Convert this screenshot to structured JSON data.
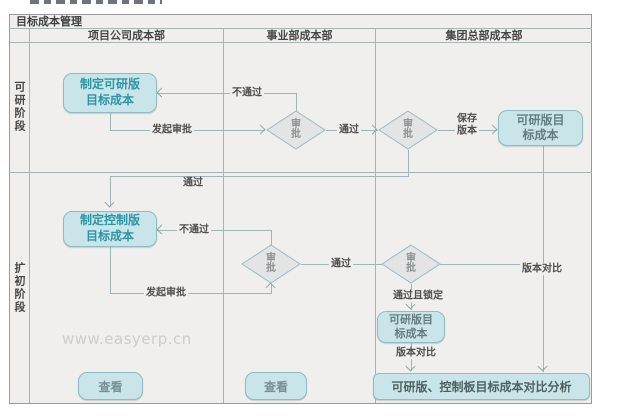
{
  "page_title": "目标成本管理",
  "columns": [
    {
      "label": "项目公司成本部"
    },
    {
      "label": "事业部成本部"
    },
    {
      "label": "集团总部成本部"
    }
  ],
  "lanes": [
    {
      "label": "可研阶段"
    },
    {
      "label": "扩初阶段"
    }
  ],
  "nodes": {
    "make_feasibility": "制定可研版\n目标成本",
    "approval": "审\n批",
    "feasibility_cost": "可研版目\n标成本",
    "make_control": "制定控制版\n目标成本",
    "compare_analysis": "可研版、控制板目标成本对比分析",
    "view_label": "查看"
  },
  "edges": {
    "r1_initiate": "发起审批",
    "r1_reject": "不通过",
    "r1_pass": "通过",
    "r1_save": "保存\n版本",
    "r1_to_r2_pass": "通过",
    "r2_reject": "不通过",
    "r2_initiate": "发起审批",
    "r2_pass": "通过",
    "r2_pass_lock": "通过且锁定",
    "r2_version_compare": "版本对比",
    "right_version_compare": "版本对比"
  },
  "watermark": "www.easyerp.cn",
  "colors": {
    "node_fill": "#c9e5ea",
    "node_border": "#8cbcc4",
    "action_text": "#2d96a4",
    "diamond_fill": "#e4e4e4",
    "connector": "#9cb7b9",
    "lane_background": "#f0efee",
    "frame_border": "#9a9a9a",
    "watermark_text": "#cdcdcd"
  }
}
